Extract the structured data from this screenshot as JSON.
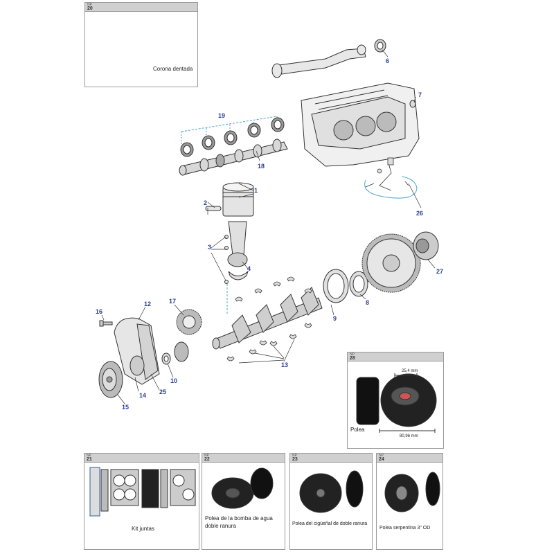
{
  "callouts": {
    "c1": "1",
    "c2": "2",
    "c3": "3",
    "c4": "4",
    "c6": "6",
    "c7": "7",
    "c8": "8",
    "c9": "9",
    "c10": "10",
    "c12": "12",
    "c13": "13",
    "c14": "14",
    "c15": "15",
    "c16": "16",
    "c17": "17",
    "c18": "18",
    "c19": "19",
    "c25": "25",
    "c26": "26",
    "c27": "27"
  },
  "panels": {
    "p20": {
      "np": "NP",
      "number": "20",
      "caption": "Corona dentada"
    },
    "p28": {
      "np": "NP",
      "number": "28",
      "caption": "Polea",
      "dim_top": "25,4 mm",
      "dim_bottom": "80,96 mm"
    },
    "p21": {
      "np": "NP",
      "number": "21",
      "caption": "Kit juntas"
    },
    "p22": {
      "np": "NP",
      "number": "22",
      "caption": "Polea de la bomba de agua doble ranura"
    },
    "p23": {
      "np": "NP",
      "number": "23",
      "caption": "Polea del cigüeñal de doble ranura"
    },
    "p24": {
      "np": "NP",
      "number": "24",
      "caption": "Polea serpentina 3\" OD"
    }
  },
  "colors": {
    "callout": "#2a3f8f",
    "guide": "#4aa3d6",
    "line": "#333333",
    "panel_header": "#d0d0d0"
  }
}
